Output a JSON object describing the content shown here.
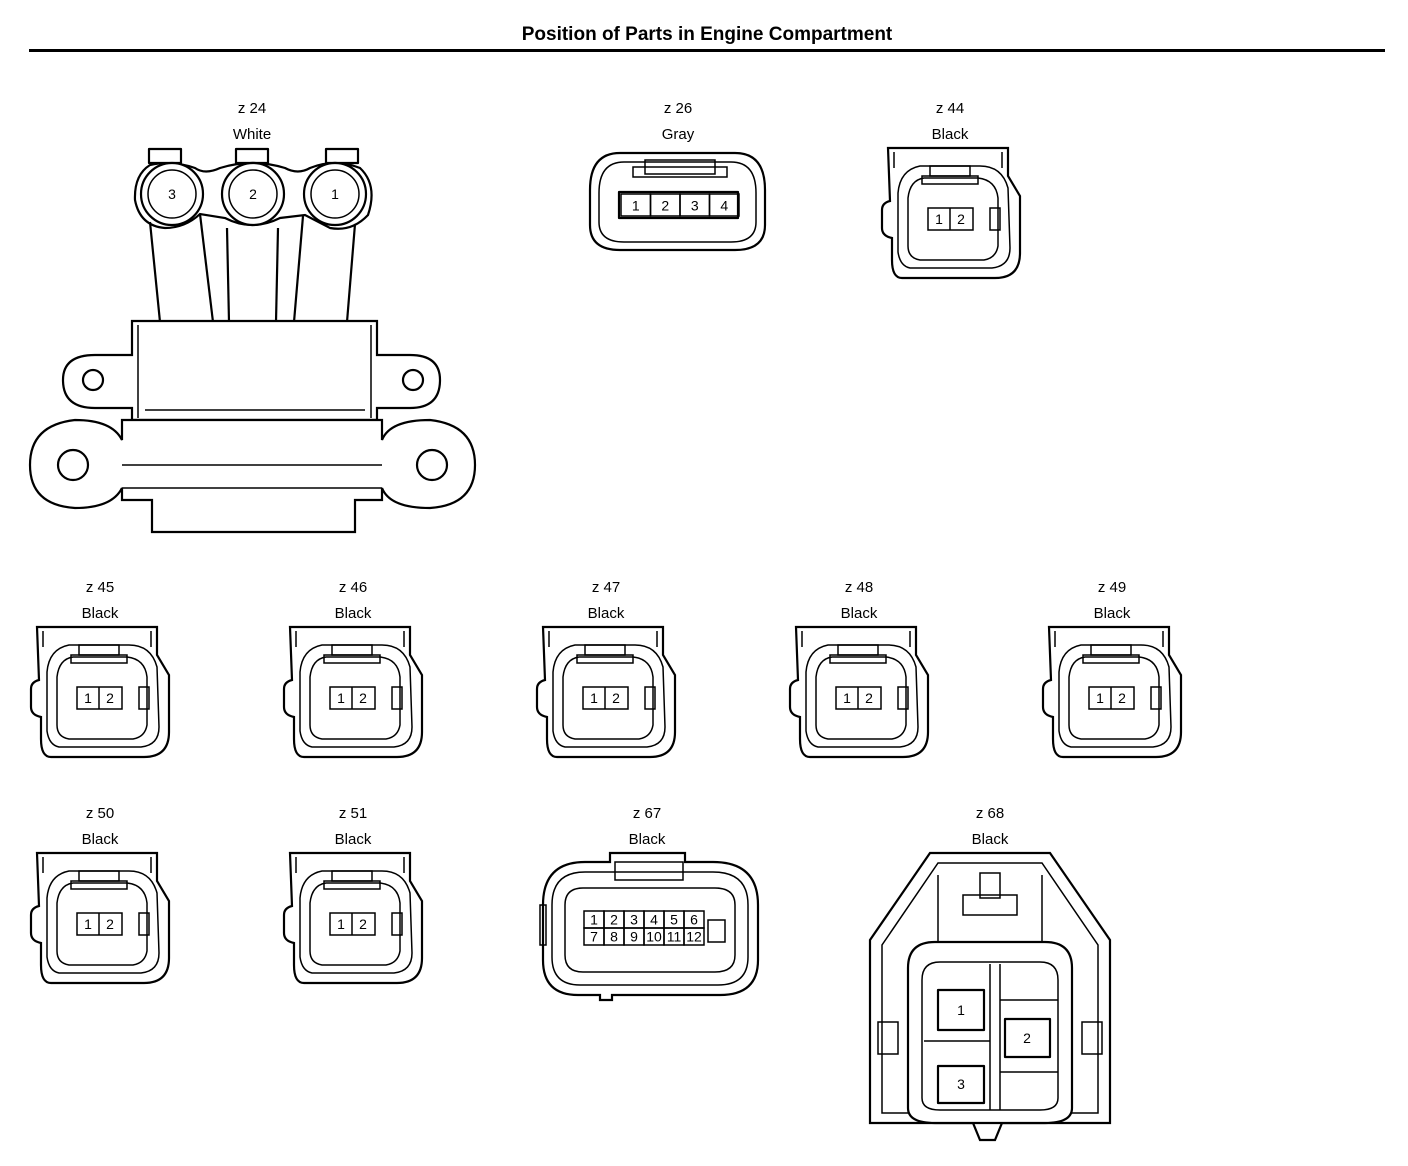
{
  "title": "Position of Parts in Engine Compartment",
  "connectors": [
    {
      "id": "z 24",
      "color": "White",
      "pins": [
        "3",
        "2",
        "1"
      ]
    },
    {
      "id": "z 26",
      "color": "Gray",
      "pins": [
        "1",
        "2",
        "3",
        "4"
      ]
    },
    {
      "id": "z 44",
      "color": "Black",
      "pins": [
        "1",
        "2"
      ]
    },
    {
      "id": "z 45",
      "color": "Black",
      "pins": [
        "1",
        "2"
      ]
    },
    {
      "id": "z 46",
      "color": "Black",
      "pins": [
        "1",
        "2"
      ]
    },
    {
      "id": "z 47",
      "color": "Black",
      "pins": [
        "1",
        "2"
      ]
    },
    {
      "id": "z 48",
      "color": "Black",
      "pins": [
        "1",
        "2"
      ]
    },
    {
      "id": "z 49",
      "color": "Black",
      "pins": [
        "1",
        "2"
      ]
    },
    {
      "id": "z 50",
      "color": "Black",
      "pins": [
        "1",
        "2"
      ]
    },
    {
      "id": "z 51",
      "color": "Black",
      "pins": [
        "1",
        "2"
      ]
    },
    {
      "id": "z 67",
      "color": "Black",
      "pins": [
        "1",
        "2",
        "3",
        "4",
        "5",
        "6",
        "7",
        "8",
        "9",
        "10",
        "11",
        "12"
      ]
    },
    {
      "id": "z 68",
      "color": "Black",
      "pins": [
        "1",
        "2",
        "3"
      ]
    }
  ]
}
